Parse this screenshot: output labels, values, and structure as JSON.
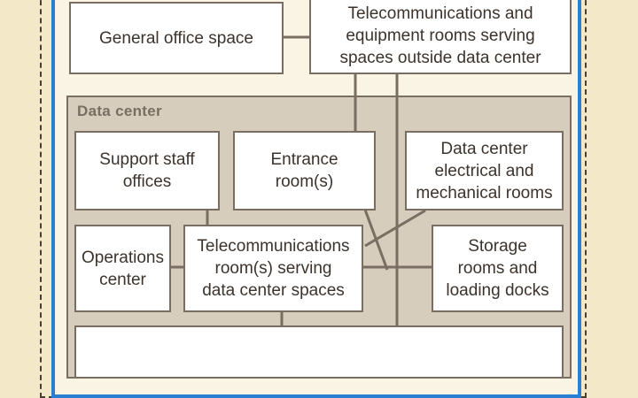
{
  "diagram": {
    "label_data_center": "Data center",
    "boxes": {
      "general_office": "General office space",
      "telecom_outside": "Telecommunications and\nequipment rooms serving\nspaces outside data center",
      "support_staff": "Support staff\noffices",
      "entrance_room": "Entrance\nroom(s)",
      "electrical_mechanical": "Data center\nelectrical and\nmechanical rooms",
      "operations_center": "Operations\ncenter",
      "telecom_dc": "Telecommunications\nroom(s) serving\ndata center spaces",
      "storage_rooms": "Storage\nrooms and\nloading docks",
      "computer_room": ""
    }
  },
  "colors": {
    "background": "#f3e8c7",
    "frame_blue": "#2b7fd3",
    "data_center_fill": "#d6cdbd",
    "line": "#7a6d62"
  }
}
